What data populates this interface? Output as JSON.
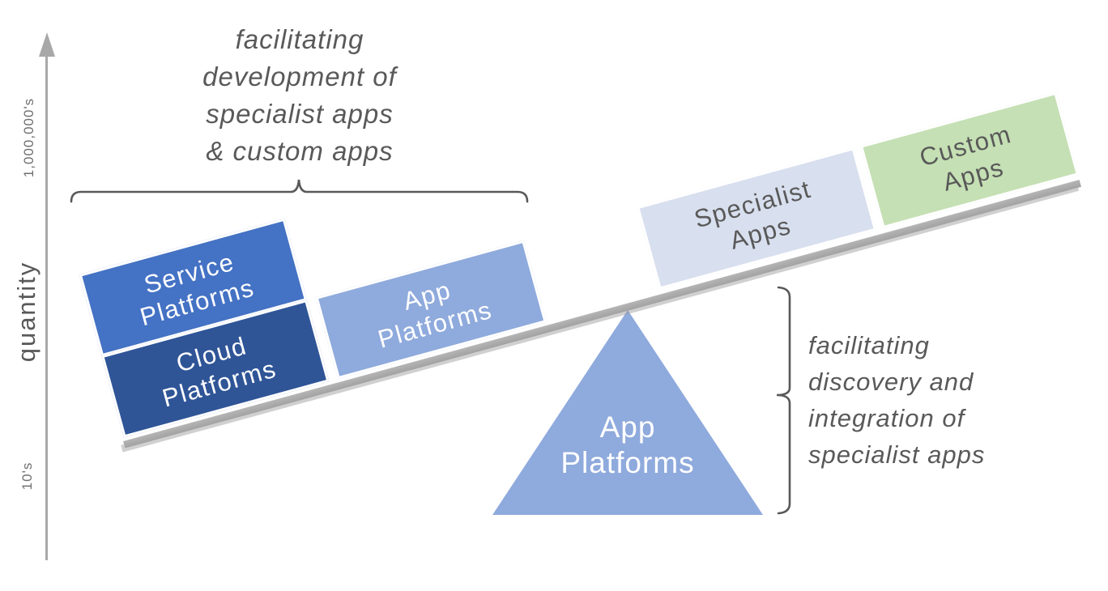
{
  "axis": {
    "label": "quantity",
    "top_tick": "1,000,000's",
    "bottom_tick": "10's"
  },
  "annotations": {
    "top": {
      "lines": [
        "facilitating",
        "development of",
        "specialist apps",
        "& custom apps"
      ]
    },
    "right": {
      "lines": [
        "facilitating",
        "discovery and",
        "integration of",
        "specialist apps"
      ]
    }
  },
  "seesaw": {
    "beam_color": "#a9a9a9",
    "fulcrum": {
      "lines": [
        "App",
        "Platforms"
      ],
      "color": "#8faadc",
      "text_color": "#ffffff"
    },
    "left_blocks": [
      {
        "id": "service",
        "lines": [
          "Service",
          "Platforms"
        ],
        "color": "#4472c4",
        "text_color": "#ffffff"
      },
      {
        "id": "cloud",
        "lines": [
          "Cloud",
          "Platforms"
        ],
        "color": "#2f5597",
        "text_color": "#ffffff"
      },
      {
        "id": "appbox",
        "lines": [
          "App",
          "Platforms"
        ],
        "color": "#8faadc",
        "text_color": "#ffffff"
      }
    ],
    "right_blocks": [
      {
        "id": "specialist",
        "lines": [
          "Specialist",
          "Apps"
        ],
        "color": "#d8dfee",
        "text_color": "#595959"
      },
      {
        "id": "custom",
        "lines": [
          "Custom",
          "Apps"
        ],
        "color": "#c5e0b4",
        "text_color": "#595959"
      }
    ]
  },
  "colors": {
    "annotation_text": "#595959",
    "axis_line": "#a8a8a8",
    "axis_text": "#595959",
    "bracket": "#595959",
    "beam": "#a9a9a9"
  }
}
